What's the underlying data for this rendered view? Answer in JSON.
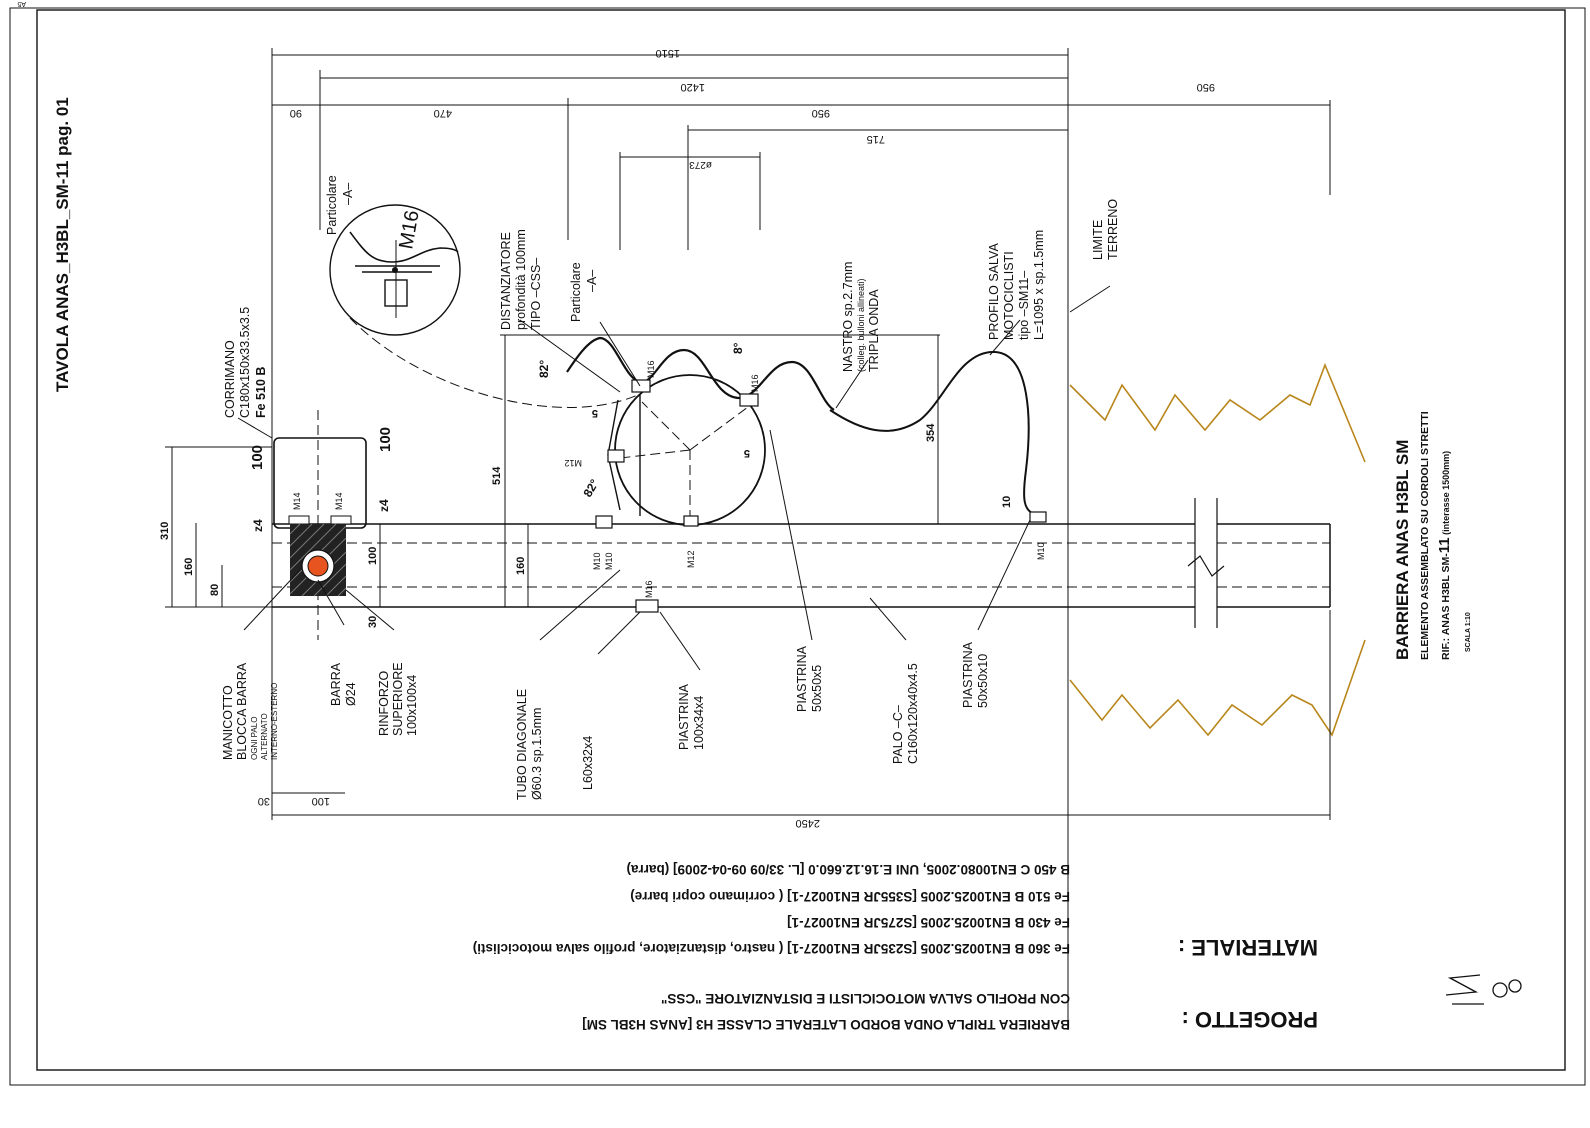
{
  "sheet": {
    "corner_code": "A5",
    "tavola": "TAVOLA  ANAS_H3BL_SM-11 pag. 01"
  },
  "title_block": {
    "title": "BARRIERA ANAS H3BL SM",
    "subtitle": "ELEMENTO ASSEMBLATO SU CORDOLI STRETTI",
    "ref_prefix": "RIF.: ANAS H3BL SM-",
    "ref_number": "11",
    "ref_suffix": " (interasse 1500mm)",
    "scale": "SCALA 1:10"
  },
  "notes": {
    "progetto_label": "PROGETTO :",
    "progetto_lines": [
      "BARRIERA TRIPLA ONDA BORDO LATERALE CLASSE H3 [ANAS H3BL SM]",
      "CON PROFILO SALVA MOTOCICLISTI E DISTANZIATORE \"CSS\""
    ],
    "materiale_label": "MATERIALE :",
    "materiale_lines": [
      "Fe 360 B EN10025.2005 [S235JR EN10027-1] ( nastro, distanziatore, profilo salva motociclisti)",
      "Fe 430 B EN10025.2005 [S275JR EN10027-1]",
      "Fe 510 B EN10025.2005 [S355JR EN10027-1] ( corrimano copri barre)",
      "B 450 C  EN10080.2005, UNI E.16.12.660.0 [L. 33/09 09-04-2009] (barra)"
    ]
  },
  "dimensions": {
    "top_1510": "1510",
    "top_1420": "1420",
    "top_90": "90",
    "top_470": "470",
    "top_950a": "950",
    "top_950b": "950",
    "top_715": "715",
    "top_273": "ø273",
    "left_310": "310",
    "left_160": "160",
    "left_80": "80",
    "mid_514": "514",
    "mid_160": "160",
    "mid_100": "100",
    "mid_30": "30",
    "mid_354": "354",
    "mid_10": "10",
    "bottom_2450": "2450",
    "bottom_30": "30",
    "bottom_100": "100",
    "z4_a": "z4",
    "z4_b": "z4",
    "h100_a": "100",
    "h100_b": "100",
    "angle_82a": "82°",
    "angle_82b": "82°",
    "angle_8": "8°",
    "thick_5a": "5",
    "thick_5b": "5"
  },
  "bolts": {
    "m14a": "M14",
    "m14b": "M14",
    "m10a": "M10",
    "m10b": "M10",
    "m12a": "M12",
    "m12b": "M12",
    "m16a": "M16",
    "m16b": "M16",
    "m16c": "M16",
    "m10c": "M10",
    "m16_detail": "M16"
  },
  "callouts": {
    "particolare_a1": [
      "Particolare",
      "–A–"
    ],
    "particolare_a2": [
      "Particolare",
      "–A–"
    ],
    "corrimano": [
      "CORRIMANO",
      "C180x150x33.5x3.5",
      "Fe 510 B"
    ],
    "distanziatore": [
      "DISTANZIATORE",
      "profondità 100mm",
      "TIPO –CSS–"
    ],
    "nastro": [
      "NASTRO  sp.2.7mm",
      "(colleg. bulloni allineati)",
      "TRIPLA ONDA"
    ],
    "profilo": [
      "PROFILO SALVA",
      "MOTOCICLISTI",
      "tipo –SM11–",
      "L=1095 x sp.1.5mm"
    ],
    "limite": [
      "LIMITE",
      "TERRENO"
    ],
    "manicotto": [
      "MANICOTTO",
      "BLOCCA BARRA",
      "OGNI PALO",
      "ALTERNATO",
      "INTERNO-ESTERNO"
    ],
    "barra": [
      "BARRA",
      "Ø24"
    ],
    "rinforzo": [
      "RINFORZO",
      "SUPERIORE",
      "100x100x4"
    ],
    "tubo": [
      "TUBO DIAGONALE",
      "Ø60.3 sp.1.5mm"
    ],
    "l60": [
      "L60x32x4"
    ],
    "piastrina_100": [
      "PIASTRINA",
      "100x34x4"
    ],
    "piastrina_50x5": [
      "PIASTRINA",
      "50x50x5"
    ],
    "palo": [
      "PALO –C–",
      "C160x120x40x4.5"
    ],
    "piastrina_50x10": [
      "PIASTRINA",
      "50x50x10"
    ]
  },
  "colors": {
    "line": "#111111",
    "terrain": "#b8861a",
    "bar_section": "#e8541f"
  }
}
